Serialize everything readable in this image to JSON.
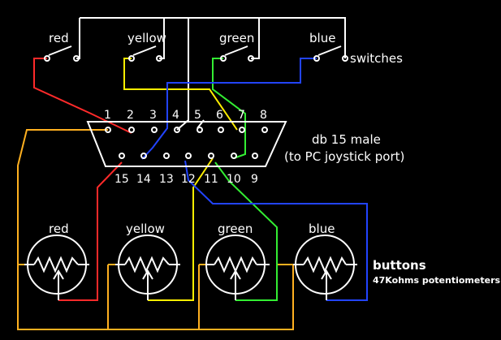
{
  "switch_labels": [
    "red",
    "yellow",
    "green",
    "blue"
  ],
  "switches_label": "switches",
  "pin_top": [
    "1",
    "2",
    "3",
    "4",
    "5",
    "6",
    "7",
    "8"
  ],
  "pin_bottom": [
    "15",
    "14",
    "13",
    "12",
    "11",
    "10",
    "9"
  ],
  "connector_title": "db 15 male",
  "connector_subtitle": "(to PC joystick port)",
  "pot_labels": [
    "red",
    "yellow",
    "green",
    "blue"
  ],
  "buttons_label": "buttons",
  "pot_note": "47Kohms potentiometers",
  "colors": {
    "white": "#ffffff",
    "red": "#ff2a2a",
    "yellow": "#ffee00",
    "green": "#33ee33",
    "blue": "#2244ff",
    "orange": "#ffb020"
  }
}
